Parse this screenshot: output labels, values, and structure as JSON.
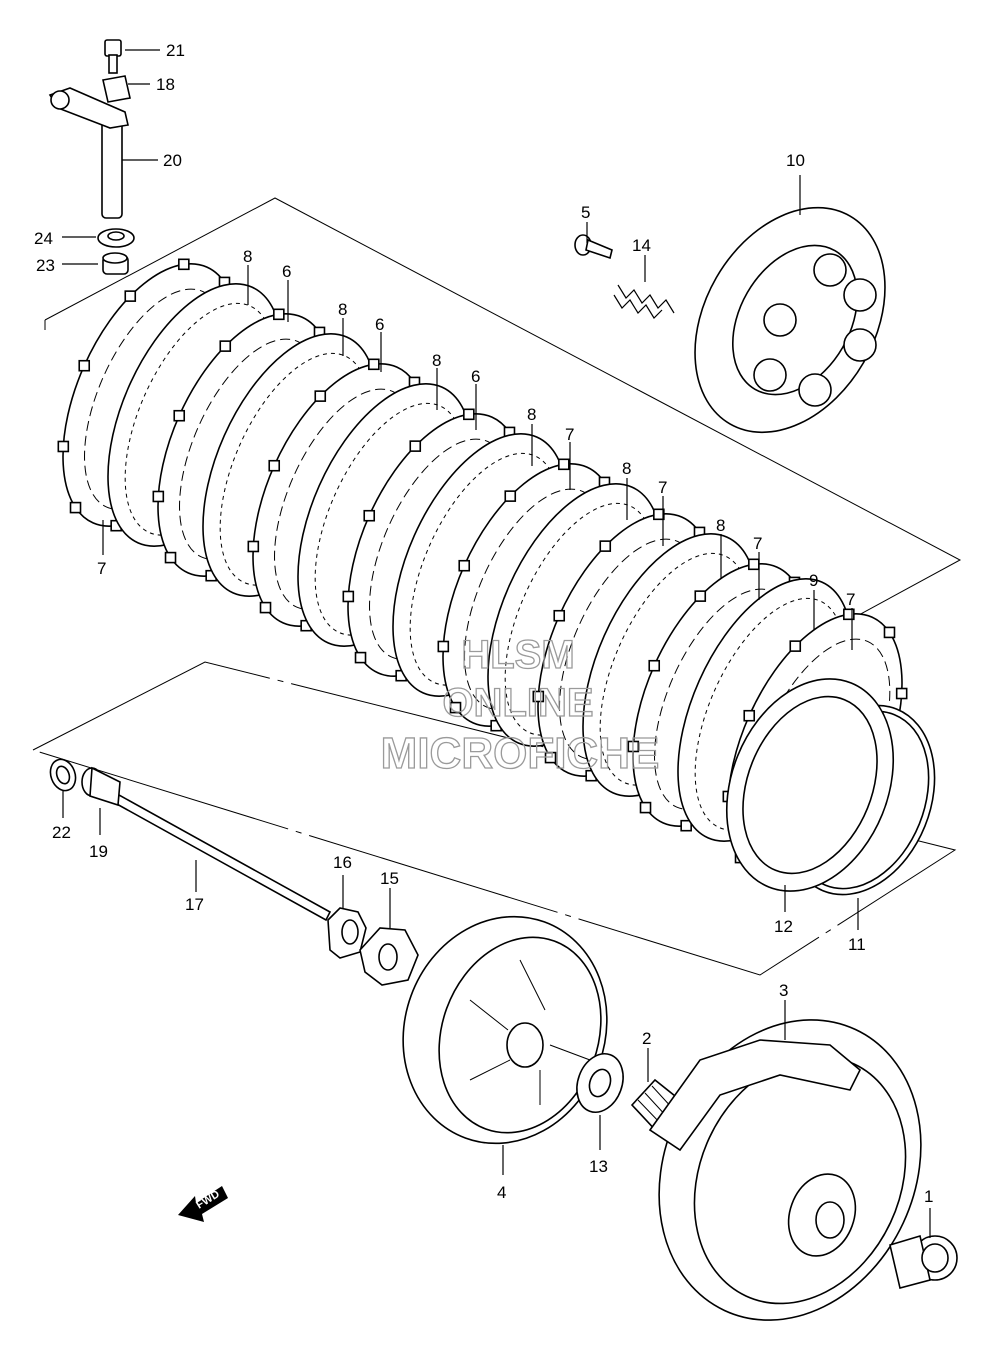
{
  "diagram": {
    "labels": [
      "21",
      "18",
      "20",
      "24",
      "23",
      "10",
      "5",
      "14",
      "8",
      "6",
      "8",
      "6",
      "8",
      "6",
      "8",
      "7",
      "8",
      "7",
      "8",
      "7",
      "9",
      "7",
      "7",
      "22",
      "19",
      "17",
      "16",
      "15",
      "12",
      "11",
      "3",
      "2",
      "13",
      "4",
      "1"
    ],
    "watermark": [
      "HLSM",
      "ONLINE",
      "MICROFICHE"
    ],
    "fwd_label": "FWD"
  }
}
